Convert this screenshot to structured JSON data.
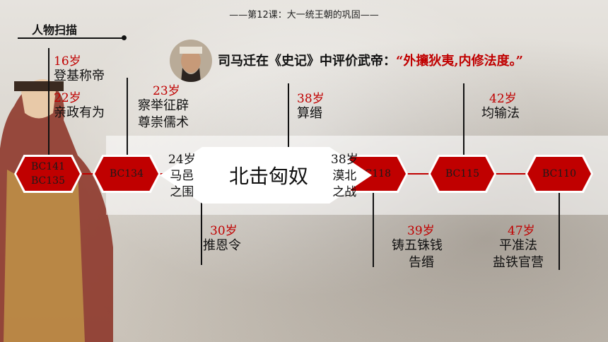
{
  "header": {
    "lesson_title": "——第12课：大一统王朝的巩固——"
  },
  "section": {
    "title": "人物扫描"
  },
  "quote": {
    "prefix": "司马迁在《史记》中评价武帝：",
    "text": "“外攘狄夷,内修法度。”"
  },
  "center": {
    "title": "北击匈奴",
    "left_label": [
      "24岁",
      "马邑",
      "之围"
    ],
    "right_label": [
      "38岁",
      "漠北",
      "之战"
    ]
  },
  "nodes": [
    {
      "lines": [
        "BC141",
        "BC135"
      ]
    },
    {
      "lines": [
        "BC134"
      ]
    },
    {
      "lines": [
        "BC118"
      ]
    },
    {
      "lines": [
        "BC115"
      ]
    },
    {
      "lines": [
        "BC110"
      ]
    }
  ],
  "events_top": [
    {
      "age": "16岁",
      "items": [
        "登基称帝"
      ]
    },
    {
      "age": "22岁",
      "items": [
        "亲政有为"
      ]
    },
    {
      "age": "23岁",
      "items": [
        "察举征辟",
        "尊崇儒术"
      ]
    },
    {
      "age": "38岁",
      "items": [
        "算缗"
      ]
    },
    {
      "age": "42岁",
      "items": [
        "均输法"
      ]
    }
  ],
  "events_bottom": [
    {
      "age": "30岁",
      "items": [
        "推恩令"
      ]
    },
    {
      "age": "39岁",
      "items": [
        "铸五铢钱",
        "告缗"
      ]
    },
    {
      "age": "47岁",
      "items": [
        "平准法",
        "盐铁官营"
      ]
    }
  ],
  "colors": {
    "accent": "#c00000",
    "text": "#111111"
  }
}
